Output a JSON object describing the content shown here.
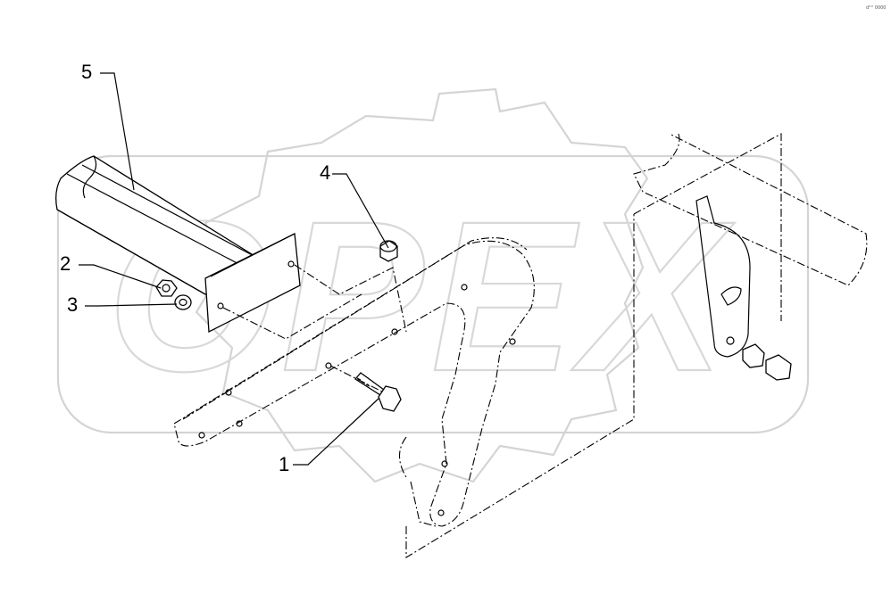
{
  "diagram": {
    "callouts": [
      {
        "id": "1",
        "label": "1"
      },
      {
        "id": "2",
        "label": "2"
      },
      {
        "id": "3",
        "label": "3"
      },
      {
        "id": "4",
        "label": "4"
      },
      {
        "id": "5",
        "label": "5"
      }
    ],
    "corner_code": "d°° 0000",
    "watermark_text": "OPEX",
    "colors": {
      "line": "#000000",
      "watermark": "#d4d4d4",
      "background": "#ffffff"
    }
  }
}
